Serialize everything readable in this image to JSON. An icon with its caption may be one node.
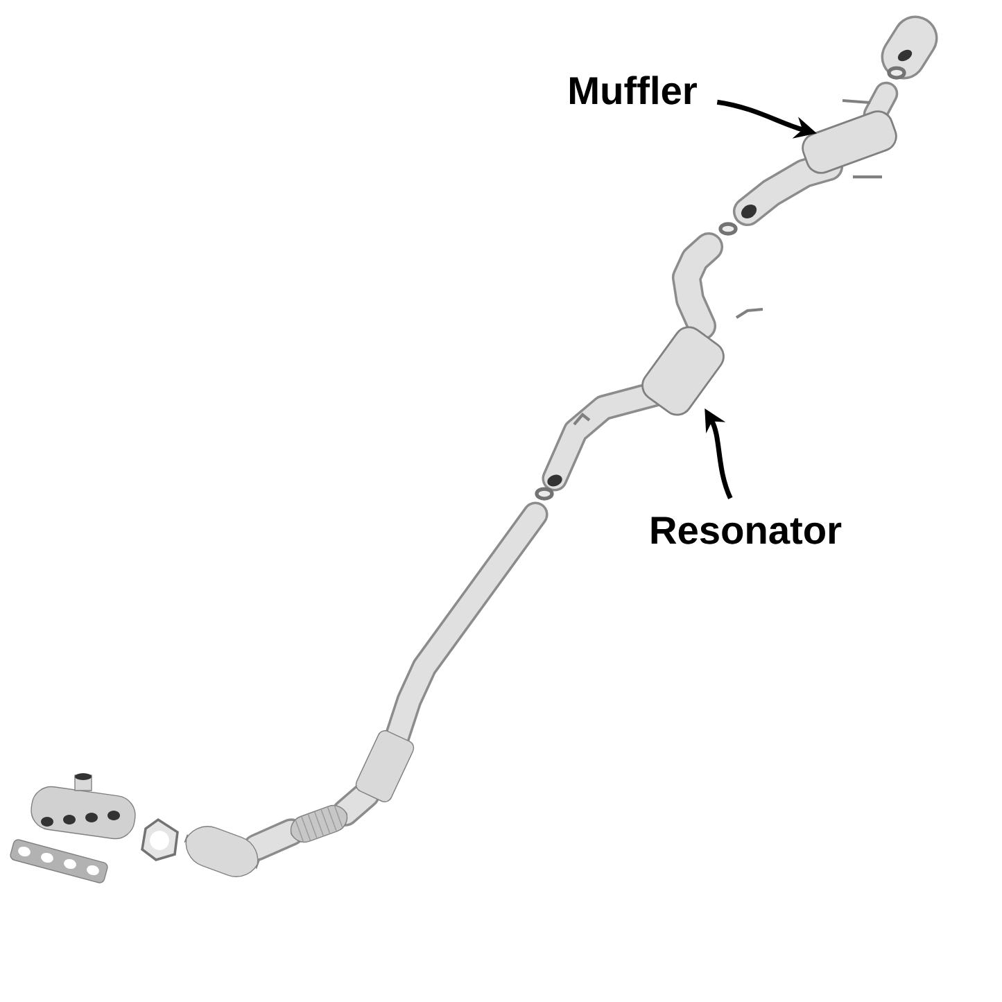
{
  "diagram": {
    "nodes": [
      {
        "text": [
          "Muffler"
        ]
      },
      {
        "text": [],
        "shape": "picture"
      },
      {
        "text": [
          "Resonator"
        ]
      },
      {
        "text": [],
        "shape": "picture"
      }
    ],
    "edges": [
      {
        "from": 0,
        "to": 1,
        "arrow": "to"
      },
      {
        "from": 2,
        "to": 3,
        "arrow": "to"
      }
    ]
  }
}
